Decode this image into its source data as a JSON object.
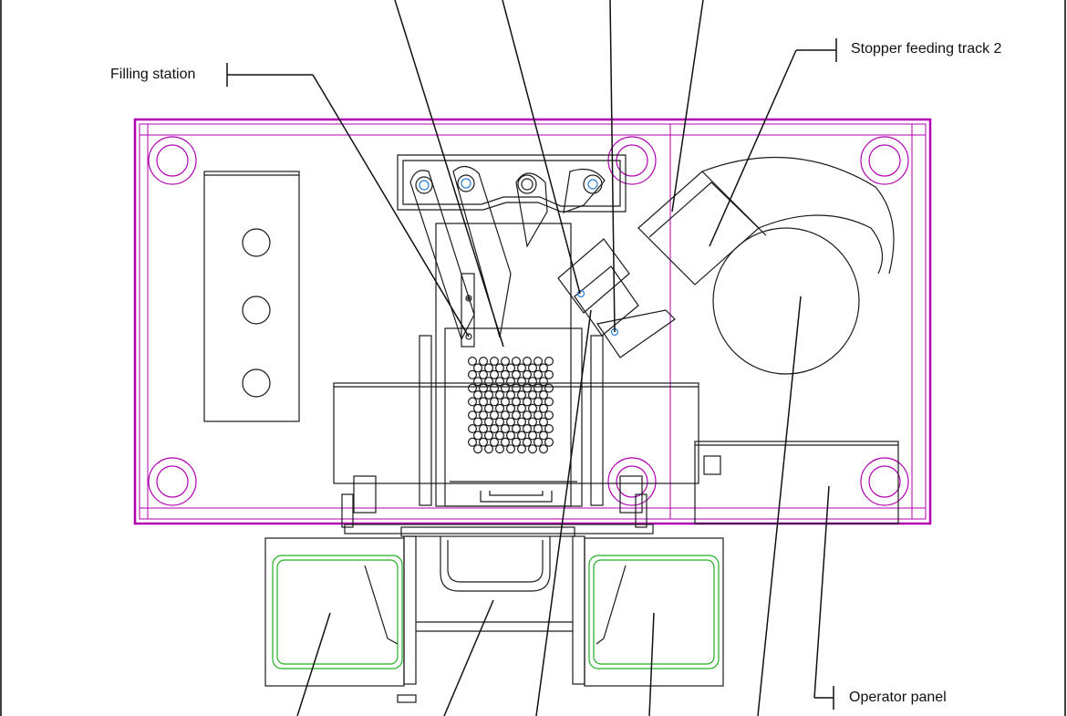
{
  "labels": {
    "filling_station": "Filling station",
    "stopper_feeding_track_2": "Stopper feeding track 2",
    "operator_panel": "Operator panel"
  },
  "colors": {
    "line": "#1a1a1a",
    "frame": "#b000b0",
    "panel_green": "#22b022",
    "hole_blue": "#2a7fd4"
  }
}
